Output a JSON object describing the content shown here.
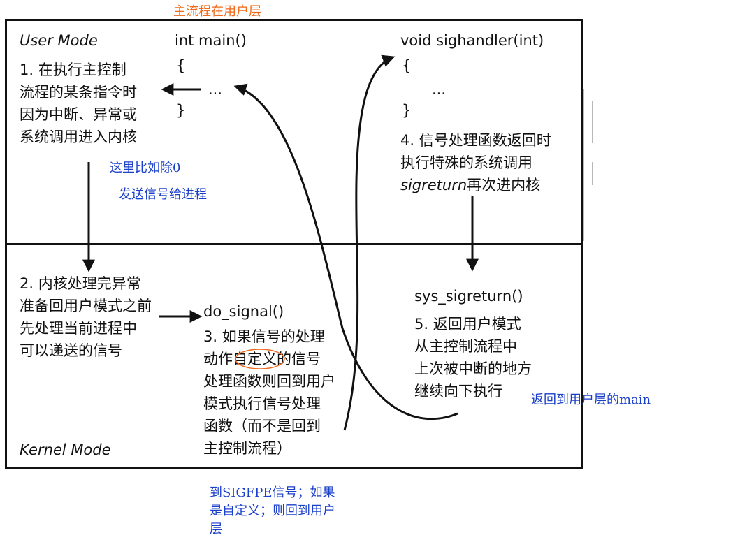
{
  "annotations": {
    "top_title": "主流程在用户层",
    "divide_by_zero": "这里比如除0",
    "send_signal": "发送信号给进程",
    "return_main": "返回到用户层的main",
    "sigfpe_lines": [
      "到SIGFPE信号；如果",
      "是自定义；则回到用户",
      "层"
    ]
  },
  "user_mode": {
    "label": "User Mode",
    "step1_lines": [
      "1. 在执行主控制",
      "流程的某条指令时",
      "因为中断、异常或",
      "系统调用进入内核"
    ],
    "main_code": [
      "int main()",
      "{",
      "...",
      "}"
    ],
    "handler_code": [
      "void sighandler(int)",
      "{",
      "...",
      "}"
    ],
    "step4_lines": [
      "4. 信号处理函数返回时",
      "执行特殊的系统调用"
    ],
    "step4_sigreturn": "sigreturn",
    "step4_tail": "再次进内核"
  },
  "kernel_mode": {
    "label": "Kernel Mode",
    "step2_lines": [
      "2. 内核处理完异常",
      "准备回用户模式之前",
      "先处理当前进程中",
      "可以递送的信号"
    ],
    "do_signal": "do_signal()",
    "step3_lines": [
      "3. 如果信号的处理",
      "动作自定义的信号",
      "处理函数则回到用户",
      "模式执行信号处理",
      "函数（而不是回到",
      "主控制流程）"
    ],
    "sys_sigreturn": "sys_sigreturn()",
    "step5_lines": [
      "5. 返回用户模式",
      "从主控制流程中",
      "上次被中断的地方",
      "继续向下执行"
    ]
  },
  "colors": {
    "annotation_blue": "#1a3fc8",
    "annotation_orange": "#f06a1c",
    "line": "#111111"
  }
}
